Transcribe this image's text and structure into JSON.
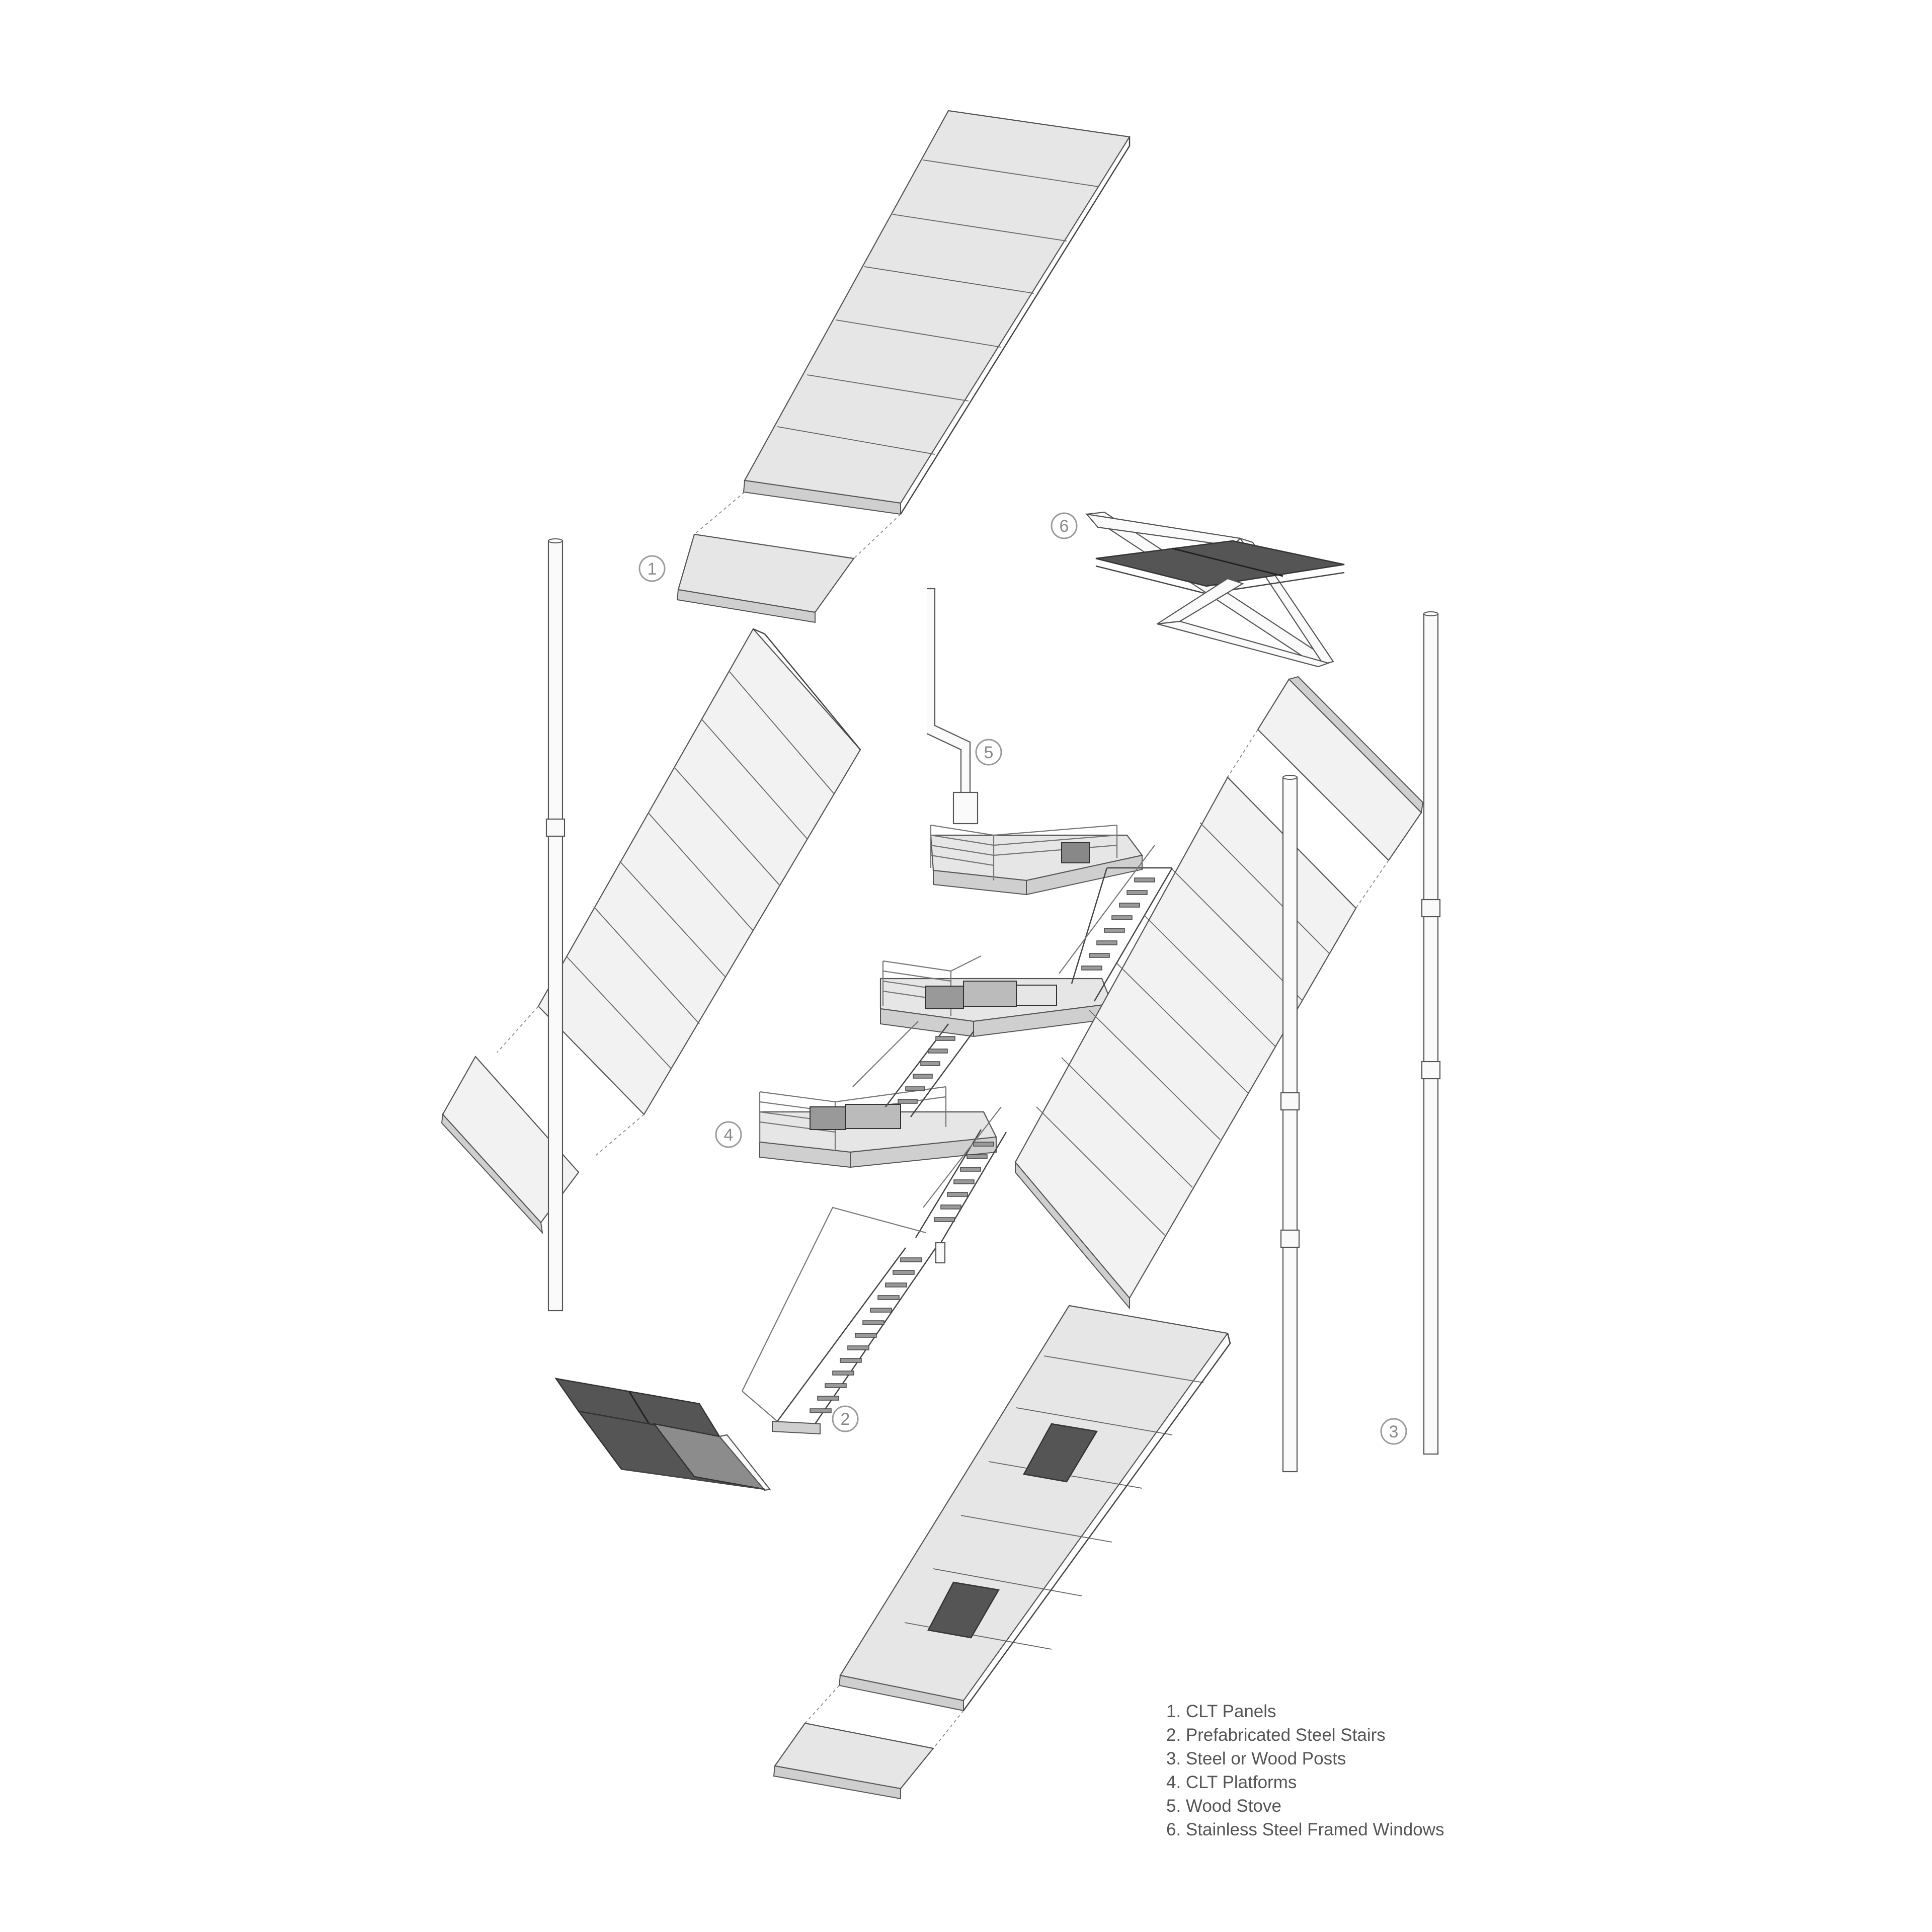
{
  "callouts": [
    {
      "id": "1",
      "label": "1"
    },
    {
      "id": "2",
      "label": "2"
    },
    {
      "id": "3",
      "label": "3"
    },
    {
      "id": "4",
      "label": "4"
    },
    {
      "id": "5",
      "label": "5"
    },
    {
      "id": "6",
      "label": "6"
    }
  ],
  "legend": {
    "items": [
      "1. CLT Panels",
      "2. Prefabricated Steel Stairs",
      "3. Steel or Wood Posts",
      "4. CLT Platforms",
      "5. Wood Stove",
      "6. Stainless Steel Framed Windows"
    ]
  },
  "colors": {
    "background": "#ffffff",
    "panel": "#e6e6e6",
    "glass": "#555555",
    "linework": "#444444"
  }
}
